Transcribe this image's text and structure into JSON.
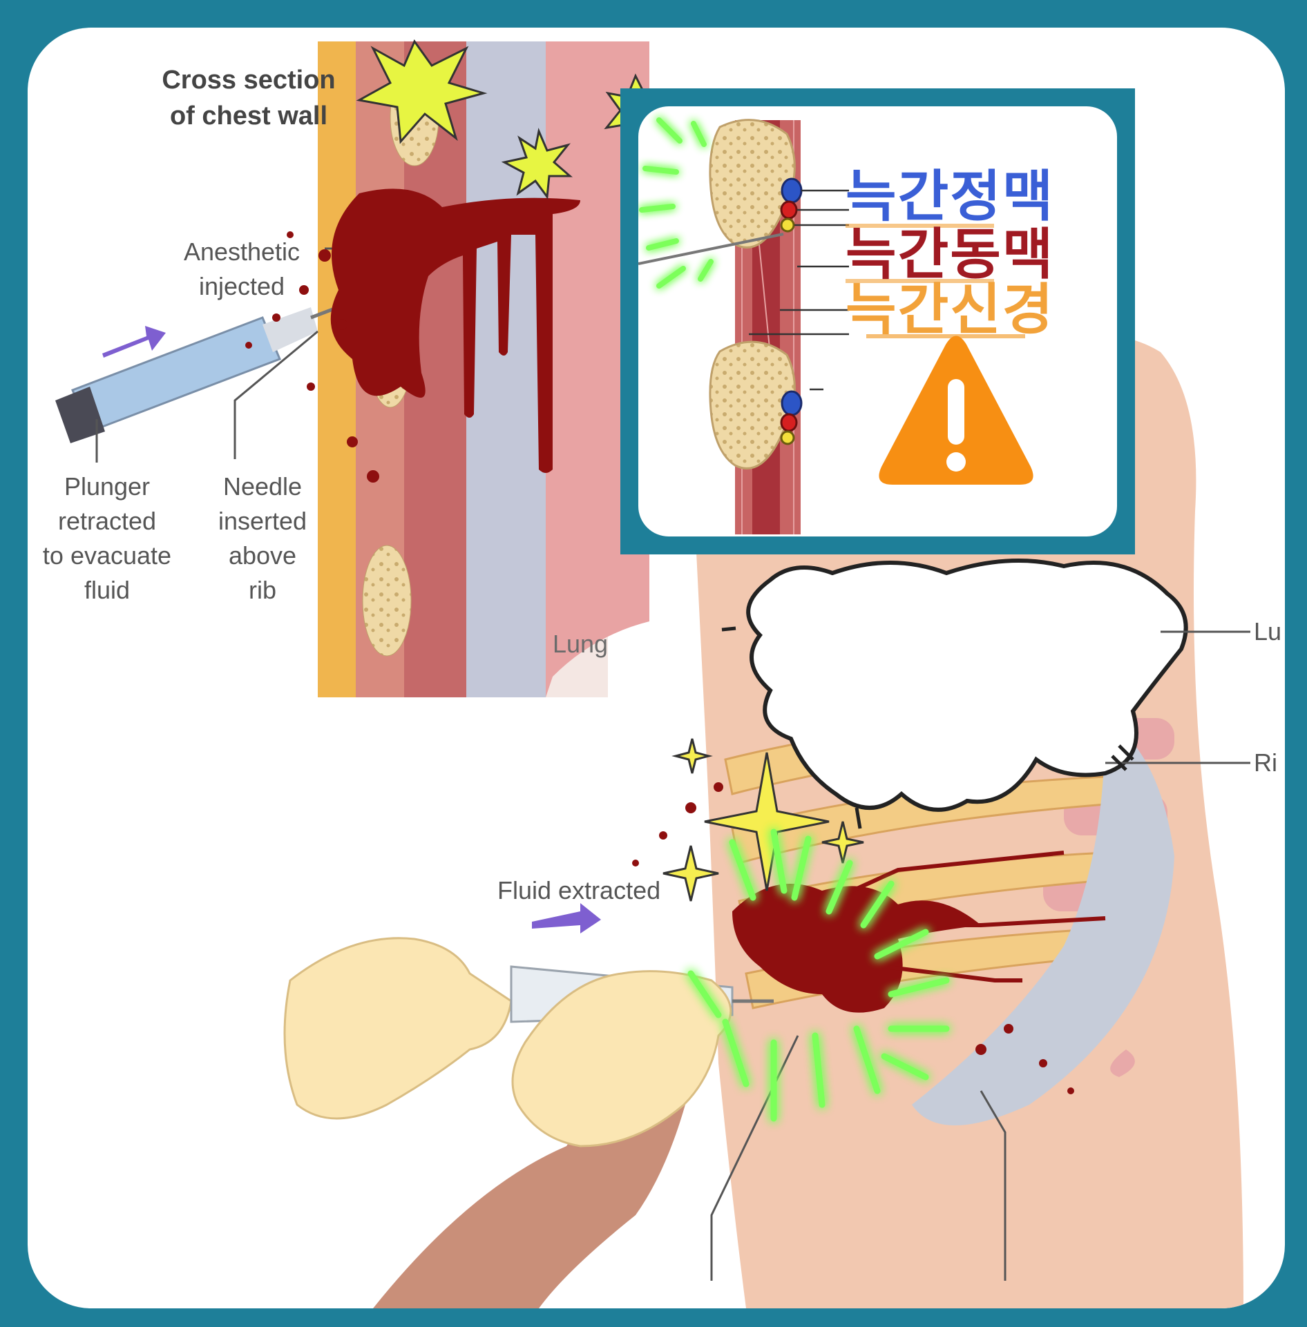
{
  "cross_section": {
    "title": "Cross section\nof chest wall",
    "anesthetic": "Anesthetic\ninjected",
    "plunger": "Plunger\nretracted\nto evacuate\nfluid",
    "needle": "Needle\ninserted\nabove\nrib",
    "lung": "Lung"
  },
  "torso": {
    "fluid": "Fluid extracted",
    "lung_right": "Lu",
    "rib_right": "Ri"
  },
  "inset": {
    "vein": "늑간정맥",
    "artery": "늑간동맥",
    "nerve": "늑간신경",
    "vein_color": "#3a5fd6",
    "artery_color": "#a01a22",
    "nerve_color": "#f2a23a",
    "warning_color": "#f78f13"
  },
  "colors": {
    "frame": "#1e7f99",
    "blood": "#8e0f0f",
    "star": "#e7f542",
    "glow": "#57e63b"
  }
}
